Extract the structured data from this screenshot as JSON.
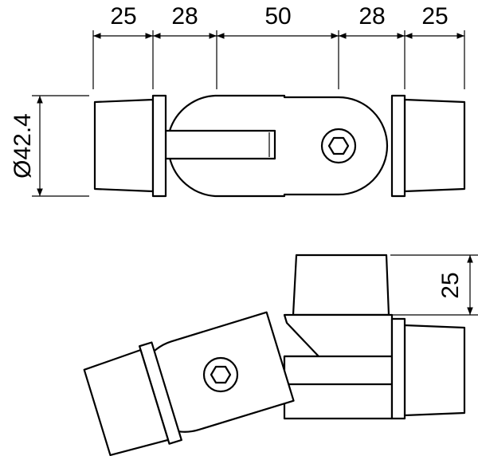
{
  "dimensions": {
    "top_widths": [
      "25",
      "28",
      "50",
      "28",
      "25"
    ],
    "diameter": "Ø42.4",
    "height_bottom": "25"
  }
}
